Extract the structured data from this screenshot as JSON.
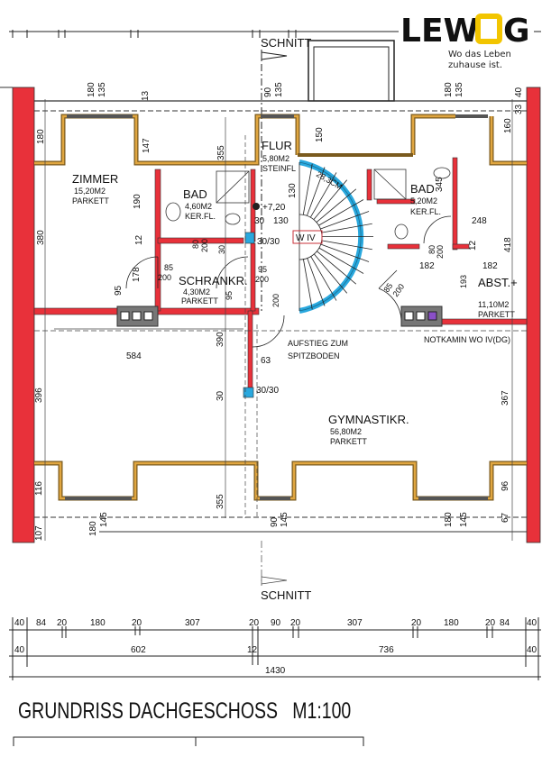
{
  "logo": {
    "brand": "LEWOG",
    "tagline_1": "Wo das Leben",
    "tagline_2": "zuhause ist.",
    "accent": "#f2c500"
  },
  "section_marker": "SCHNITT",
  "rooms": {
    "zimmer": {
      "name": "ZIMMER",
      "area": "15,20M2",
      "floor": "PARKETT"
    },
    "bad_left": {
      "name": "BAD",
      "area": "4,60M2",
      "floor": "KER.FL."
    },
    "flur": {
      "name": "FLUR",
      "area": "5,80M2",
      "floor": "STEINFL"
    },
    "bad_right": {
      "name": "BAD",
      "area": "5,20M2",
      "floor": "KER.FL."
    },
    "schrankr": {
      "name": "SCHRANKR.",
      "area": "4,30M2",
      "floor": "PARKETT"
    },
    "abst": {
      "name": "ABST.+",
      "area": "11,10M2",
      "floor": "PARKETT"
    },
    "gym": {
      "name": "GYMNASTIKR.",
      "area": "56,80M2",
      "floor": "PARKETT"
    }
  },
  "annotations": {
    "aufstieg_1": "AUFSTIEG ZUM",
    "aufstieg_2": "SPITZBODEN",
    "notkamin": "NOTKAMIN WO IV(DG)",
    "level": "+7,20",
    "stair_label": "W IV",
    "stair_spec": "28,3CM",
    "shaft_1": "30/30",
    "shaft_2": "30/30"
  },
  "dims": {
    "d180a": "180",
    "d135a": "135",
    "d13": "13",
    "d90a": "90",
    "d135b": "135",
    "d180b": "180",
    "d135c": "135",
    "d40a": "40",
    "d33": "33",
    "d180c": "180",
    "d147": "147",
    "d355a": "355",
    "d150": "150",
    "d160": "160",
    "d190": "190",
    "d380": "380",
    "d130a": "130",
    "d130b": "130",
    "d30a": "30",
    "d345": "345",
    "d248": "248",
    "d418": "418",
    "d12a": "12",
    "d12b": "12",
    "d80a": "80",
    "d200a": "200",
    "d30b": "30",
    "d178": "178",
    "d85a": "85",
    "d200b": "200",
    "d95a": "95",
    "d95b": "95",
    "d200c": "200",
    "d95c": "95",
    "d200d": "200",
    "d182a": "182",
    "d182b": "182",
    "d193": "193",
    "d80b": "80",
    "d200e": "200",
    "d85b": "85",
    "d200f": "200",
    "d584": "584",
    "d390": "390",
    "d63": "63",
    "d396": "396",
    "d30c": "30",
    "d367": "367",
    "d355b": "355",
    "d116": "116",
    "d107": "107",
    "d180d": "180",
    "d145a": "145",
    "d90b": "90",
    "d145b": "145",
    "d180e": "180",
    "d145c": "145",
    "d96": "96",
    "d67": "67"
  },
  "dimension_rows": {
    "row1": [
      "40",
      "84",
      "20",
      "180",
      "20",
      "307",
      "20",
      "90",
      "20",
      "307",
      "20",
      "180",
      "20",
      "84",
      "40"
    ],
    "row2": [
      "40",
      "602",
      "12",
      "736",
      "40"
    ],
    "row3": [
      "1430"
    ]
  },
  "drawing_title": "GRUNDRISS DACHGESCHOSS   M1:100"
}
